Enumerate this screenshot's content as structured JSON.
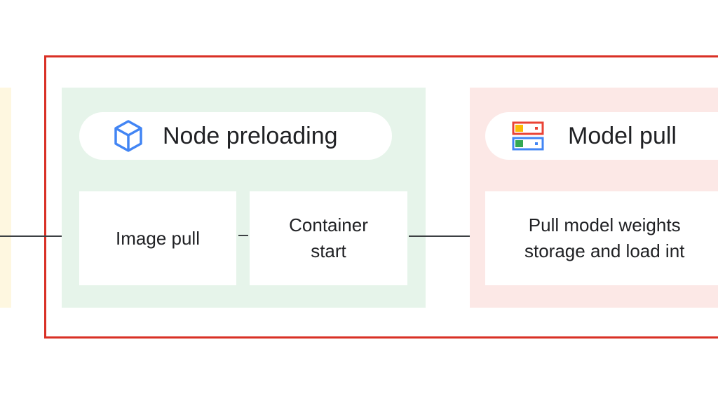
{
  "diagram": {
    "stages": [
      {
        "title": "Node preloading",
        "icon": "cube-icon",
        "color": "#e6f4ea",
        "steps": [
          "Image pull",
          "Container\nstart"
        ]
      },
      {
        "title": "Model pull",
        "icon": "storage-icon",
        "color": "#fce8e6",
        "steps": [
          "Pull model weights\nstorage and load int"
        ]
      }
    ],
    "frame_color": "#d93025",
    "previous_stage_color": "#fef7e0"
  }
}
